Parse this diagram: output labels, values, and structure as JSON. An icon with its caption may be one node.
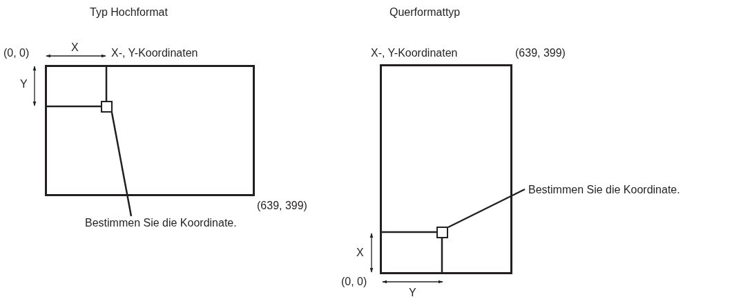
{
  "diagram": {
    "nodes": [
      {
        "text": [],
        "shape": "box"
      },
      {
        "text": [],
        "shape": "box",
        "in": 0
      },
      {
        "text": [
          "Bestimmen Sie die Koordinate."
        ]
      },
      {
        "text": [],
        "shape": "box"
      },
      {
        "text": [],
        "shape": "box",
        "in": 3
      },
      {
        "text": [
          "Bestimmen Sie die Koordinate."
        ]
      }
    ],
    "edges": [
      {
        "from": 2,
        "to": 1,
        "arrow": "none"
      },
      {
        "from": 5,
        "to": 4,
        "arrow": "none"
      }
    ],
    "labels": [
      "Typ Hochformat",
      "Querformattyp",
      "(0, 0)",
      "X",
      "X-, Y-Koordinaten",
      "Y",
      "(639, 399)",
      "X-, Y-Koordinaten",
      "(639, 399)",
      "X",
      "(0, 0)",
      "Y"
    ]
  }
}
